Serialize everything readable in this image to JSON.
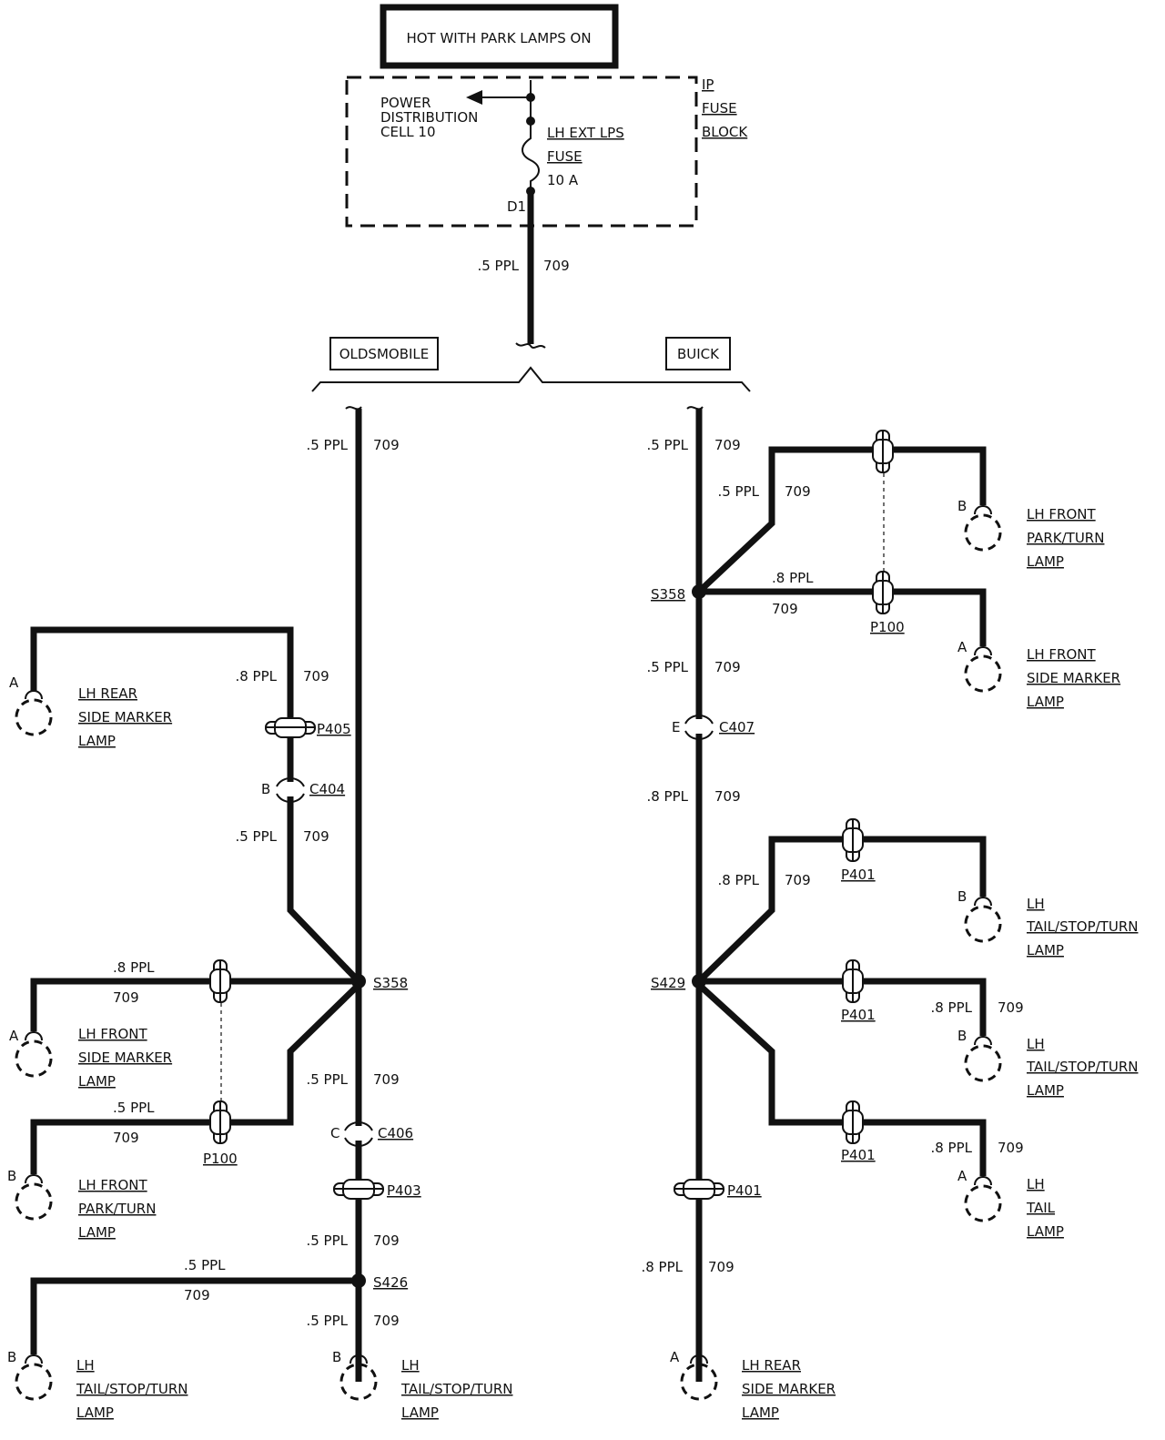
{
  "header": {
    "title": "HOT WITH PARK LAMPS ON"
  },
  "fuse_block": {
    "name_lines": [
      "IP",
      "FUSE",
      "BLOCK"
    ],
    "power_lines": [
      "POWER",
      "DISTRIBUTION",
      "CELL 10"
    ],
    "fuse_lines": [
      "LH EXT LPS",
      "FUSE",
      "10 A"
    ],
    "terminal": "D1"
  },
  "branches": {
    "left": "OLDSMOBILE",
    "right": "BUICK"
  },
  "wires": {
    "feed": {
      "gauge": ".5 PPL",
      "circuit": "709"
    },
    "olds_trunk": {
      "gauge": ".5 PPL",
      "circuit": "709"
    },
    "olds_rsm": {
      "gauge": ".8 PPL",
      "circuit": "709"
    },
    "olds_c404": {
      "gauge": ".5 PPL",
      "circuit": "709"
    },
    "olds_fsm": {
      "gauge": ".8 PPL",
      "circuit": "709"
    },
    "olds_fpt": {
      "gauge": ".5 PPL",
      "circuit": "709"
    },
    "olds_down": {
      "gauge": ".5 PPL",
      "circuit": "709"
    },
    "olds_p403": {
      "gauge": ".5 PPL",
      "circuit": "709"
    },
    "olds_tail_l": {
      "gauge": ".5 PPL",
      "circuit": "709"
    },
    "olds_tail_r": {
      "gauge": ".5 PPL",
      "circuit": "709"
    },
    "buick_trunk": {
      "gauge": ".5 PPL",
      "circuit": "709"
    },
    "buick_fpt": {
      "gauge": ".5 PPL",
      "circuit": "709"
    },
    "buick_fsm": {
      "gauge": ".8 PPL",
      "circuit": "709"
    },
    "buick_c407": {
      "gauge": ".5 PPL",
      "circuit": "709"
    },
    "buick_low": {
      "gauge": ".8 PPL",
      "circuit": "709"
    },
    "buick_tst1": {
      "gauge": ".8 PPL",
      "circuit": "709"
    },
    "buick_tst2": {
      "gauge": ".8 PPL",
      "circuit": "709"
    },
    "buick_tail": {
      "gauge": ".8 PPL",
      "circuit": "709"
    },
    "buick_rsm": {
      "gauge": ".8 PPL",
      "circuit": "709"
    }
  },
  "splices": {
    "olds_s358": "S358",
    "olds_s426": "S426",
    "buick_s358": "S358",
    "buick_s429": "S429"
  },
  "connectors": {
    "olds_p405": "P405",
    "olds_c404": "C404",
    "olds_c404_pin": "B",
    "olds_p100": "P100",
    "olds_c406": "C406",
    "olds_c406_pin": "C",
    "olds_p403": "P403",
    "buick_p100": "P100",
    "buick_c407": "C407",
    "buick_c407_pin": "E",
    "buick_p401_1": "P401",
    "buick_p401_2": "P401",
    "buick_p401_3": "P401",
    "buick_p401_4": "P401"
  },
  "lamps": {
    "olds_rear_side_marker": {
      "pin": "A",
      "lines": [
        "LH REAR",
        "SIDE MARKER",
        "LAMP"
      ]
    },
    "olds_front_side_marker": {
      "pin": "A",
      "lines": [
        "LH FRONT",
        "SIDE MARKER",
        "LAMP"
      ]
    },
    "olds_front_park_turn": {
      "pin": "B",
      "lines": [
        "LH FRONT",
        "PARK/TURN",
        "LAMP"
      ]
    },
    "olds_tail_left": {
      "pin": "B",
      "lines": [
        "LH",
        "TAIL/STOP/TURN",
        "LAMP"
      ]
    },
    "olds_tail_right": {
      "pin": "B",
      "lines": [
        "LH",
        "TAIL/STOP/TURN",
        "LAMP"
      ]
    },
    "buick_front_park_turn": {
      "pin": "B",
      "lines": [
        "LH FRONT",
        "PARK/TURN",
        "LAMP"
      ]
    },
    "buick_front_side_marker": {
      "pin": "A",
      "lines": [
        "LH FRONT",
        "SIDE MARKER",
        "LAMP"
      ]
    },
    "buick_tst_1": {
      "pin": "B",
      "lines": [
        "LH",
        "TAIL/STOP/TURN",
        "LAMP"
      ]
    },
    "buick_tst_2": {
      "pin": "B",
      "lines": [
        "LH",
        "TAIL/STOP/TURN",
        "LAMP"
      ]
    },
    "buick_tail": {
      "pin": "A",
      "lines": [
        "LH",
        "TAIL",
        "LAMP"
      ]
    },
    "buick_rear_side_marker": {
      "pin": "A",
      "lines": [
        "LH REAR",
        "SIDE MARKER",
        "LAMP"
      ]
    }
  }
}
